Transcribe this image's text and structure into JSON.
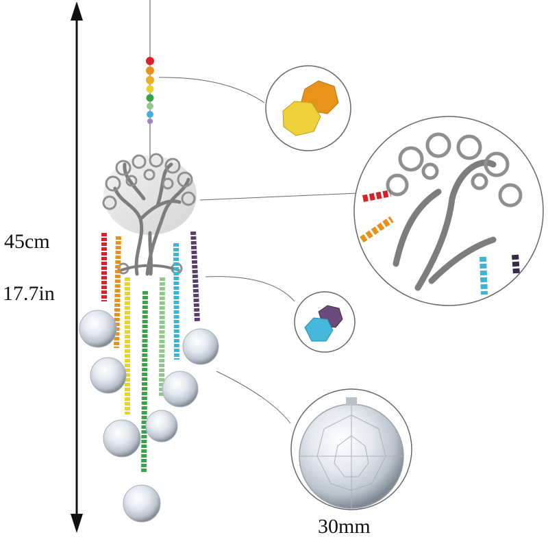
{
  "labels": {
    "length_cm": "45cm",
    "length_in": "17.7in",
    "ball_size": "30mm"
  },
  "colors": {
    "red": "#d8222a",
    "orange": "#e8911a",
    "yellow": "#e9d22a",
    "green": "#3aa34a",
    "light_green": "#8fc88a",
    "cyan": "#3fb3d6",
    "violet": "#6a4a7a",
    "silver": "#9a9a9a",
    "crystal": "#e8edf2"
  }
}
